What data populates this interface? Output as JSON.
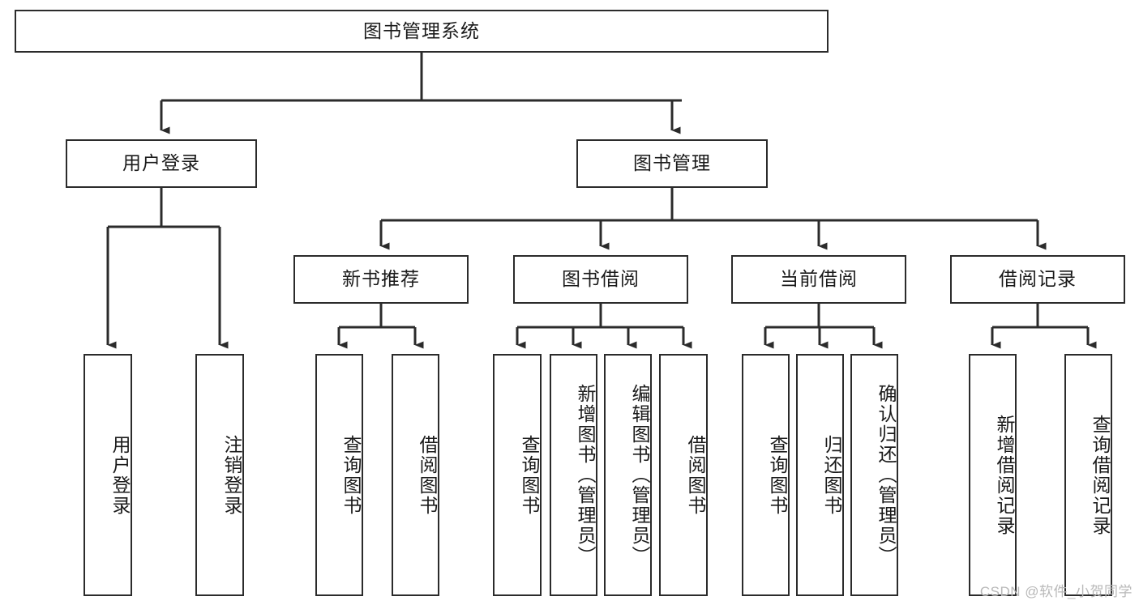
{
  "diagram": {
    "type": "tree-hierarchy",
    "title": "图书管理系统",
    "root": {
      "label": "图书管理系统",
      "children": [
        {
          "label": "用户登录",
          "children": [
            {
              "label": "用户登录"
            },
            {
              "label": "注销登录"
            }
          ]
        },
        {
          "label": "图书管理",
          "children": [
            {
              "label": "新书推荐",
              "children": [
                {
                  "label": "查询图书"
                },
                {
                  "label": "借阅图书"
                }
              ]
            },
            {
              "label": "图书借阅",
              "children": [
                {
                  "label": "查询图书"
                },
                {
                  "label": "新增图书（管理员）"
                },
                {
                  "label": "编辑图书（管理员）"
                },
                {
                  "label": "借阅图书"
                }
              ]
            },
            {
              "label": "当前借阅",
              "children": [
                {
                  "label": "查询图书"
                },
                {
                  "label": "归还图书"
                },
                {
                  "label": "确认归还（管理员）"
                }
              ]
            },
            {
              "label": "借阅记录",
              "children": [
                {
                  "label": "新增借阅记录"
                },
                {
                  "label": "查询借阅记录"
                }
              ]
            }
          ]
        }
      ]
    },
    "nodes": {
      "root": "图书管理系统",
      "user_login": "用户登录",
      "book_manage": "图书管理",
      "new_book_rec": "新书推荐",
      "book_borrow": "图书借阅",
      "current_borrow": "当前借阅",
      "borrow_record": "借阅记录",
      "leaf_user_login": "用户登录",
      "leaf_logout": "注销登录",
      "leaf_rec_query": "查询图书",
      "leaf_rec_borrow": "借阅图书",
      "leaf_bb_query": "查询图书",
      "leaf_bb_add": "新增图书（管理员）",
      "leaf_bb_edit": "编辑图书（管理员）",
      "leaf_bb_borrow": "借阅图书",
      "leaf_cb_query": "查询图书",
      "leaf_cb_return": "归还图书",
      "leaf_cb_confirm": "确认归还（管理员）",
      "leaf_br_add": "新增借阅记录",
      "leaf_br_query": "查询借阅记录"
    },
    "watermark": "CSDN @软件_小贺同学",
    "colors": {
      "background": "#ffffff",
      "box_border": "#2b2b2b",
      "box_fill": "#ffffff",
      "text": "#1a1a1a",
      "connector": "#2b2b2b",
      "watermark": "#b8b8b8"
    }
  }
}
